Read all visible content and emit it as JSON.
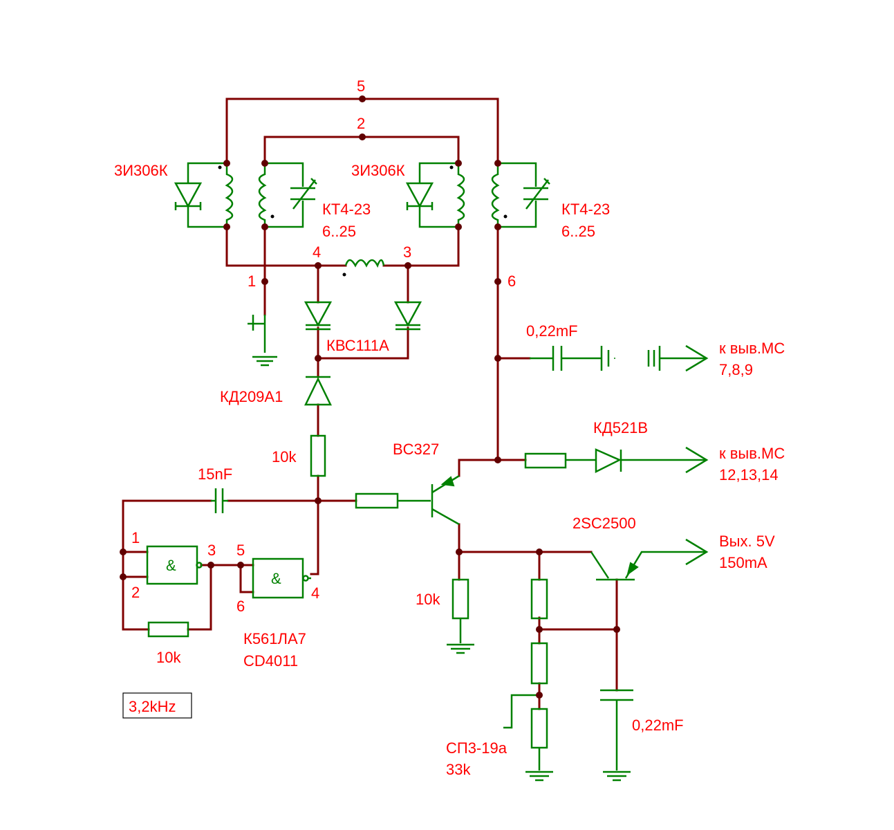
{
  "colors": {
    "wire": "#800000",
    "component": "#008000",
    "label": "#ff0000",
    "junction": "#600000"
  },
  "nodes": {
    "n5": "5",
    "n2": "2",
    "n4": "4",
    "n3": "3",
    "n1": "1",
    "n6": "6"
  },
  "components": {
    "varicap_left": "3И306К",
    "varicap_right": "3И306К",
    "trimmer_left_type": "КТ4-23",
    "trimmer_left_range": "6..25",
    "trimmer_right_type": "КТ4-23",
    "trimmer_right_range": "6..25",
    "diode_pair": "КВС111А",
    "diode_series": "КД209А1",
    "resistor_top": "10k",
    "cap_coupling": "15nF",
    "transistor_pnp": "BC327",
    "diode_out": "КД521В",
    "cap_out": "0,22mF",
    "resistor_emitter": "10k",
    "transistor_npn": "2SC2500",
    "pot_type": "СП3-19а",
    "pot_value": "33k",
    "cap_bottom": "0,22mF",
    "resistor_feedback": "10k",
    "ic_type": "К561ЛА7",
    "ic_alt": "CD4011"
  },
  "gate_pins": {
    "p1": "1",
    "p2": "2",
    "p3": "3",
    "p4": "4",
    "p5": "5",
    "p6": "6",
    "symbol": "&"
  },
  "outputs": {
    "out1_label": "к выв.МС",
    "out1_pins": "7,8,9",
    "out2_label": "к выв.МС",
    "out2_pins": "12,13,14",
    "out3_label": "Вых. 5V",
    "out3_current": "150mA"
  },
  "frequency": "3,2kHz"
}
